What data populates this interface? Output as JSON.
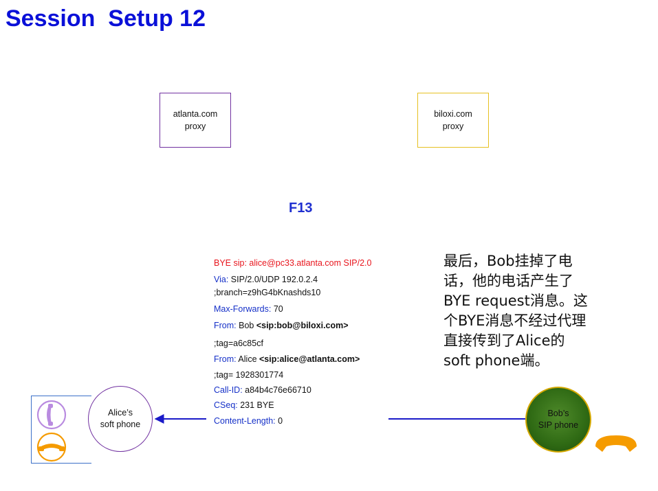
{
  "title": "Session  Setup 12",
  "proxies": {
    "atlanta": {
      "line1": "atlanta.com",
      "line2": "proxy"
    },
    "biloxi": {
      "line1": "biloxi.com",
      "line2": "proxy"
    }
  },
  "flow_label": "F13",
  "message": {
    "request_line": "BYE sip: alice@pc33.atlanta.com SIP/2.0",
    "via_key": "Via:",
    "via_val": " SIP/2.0/UDP 192.0.2.4",
    "via_branch": ";branch=z9hG4bKnashds10",
    "maxfwd_key": "Max-Forwards:",
    "maxfwd_val": " 70",
    "from_key": "From:",
    "from_name": " Bob ",
    "from_uri": "<sip:bob@biloxi.com>",
    "from_tag": " ;tag=a6c85cf",
    "to_key": "From:",
    "to_name": " Alice ",
    "to_uri": "<sip:alice@atlanta.com>",
    "to_tag": ";tag= 1928301774",
    "callid_key": "Call-ID:",
    "callid_val": " a84b4c76e66710",
    "cseq_key": "CSeq:",
    "cseq_val": " 231 BYE",
    "clen_key": "Content-Length:",
    "clen_val": " 0"
  },
  "note": {
    "l1": "最后，Bob挂掉了电",
    "l2": "话，他的电话产生了",
    "l3": "BYE request消息。这",
    "l4": "个BYE消息不经过代理",
    "l5": "直接传到了Alice的",
    "l6": "soft phone端。"
  },
  "alice_phone": {
    "line1": "Alice’s",
    "line2": "soft phone"
  },
  "bob_phone": {
    "line1": "Bob’s",
    "line2": "SIP phone"
  },
  "colors": {
    "title": "#0a10d8",
    "arrow": "#1a1ac8",
    "atlanta_border": "#7030a0",
    "biloxi_border": "#e6c020",
    "request_red": "#e8141c",
    "header_blue": "#1530c8",
    "bob_green": "#2f6a14",
    "handset_orange": "#f59b00",
    "handset_purple": "#b98be0"
  },
  "icons": [
    "purple-handset-icon",
    "orange-handset-icon",
    "bob-handset-icon"
  ]
}
